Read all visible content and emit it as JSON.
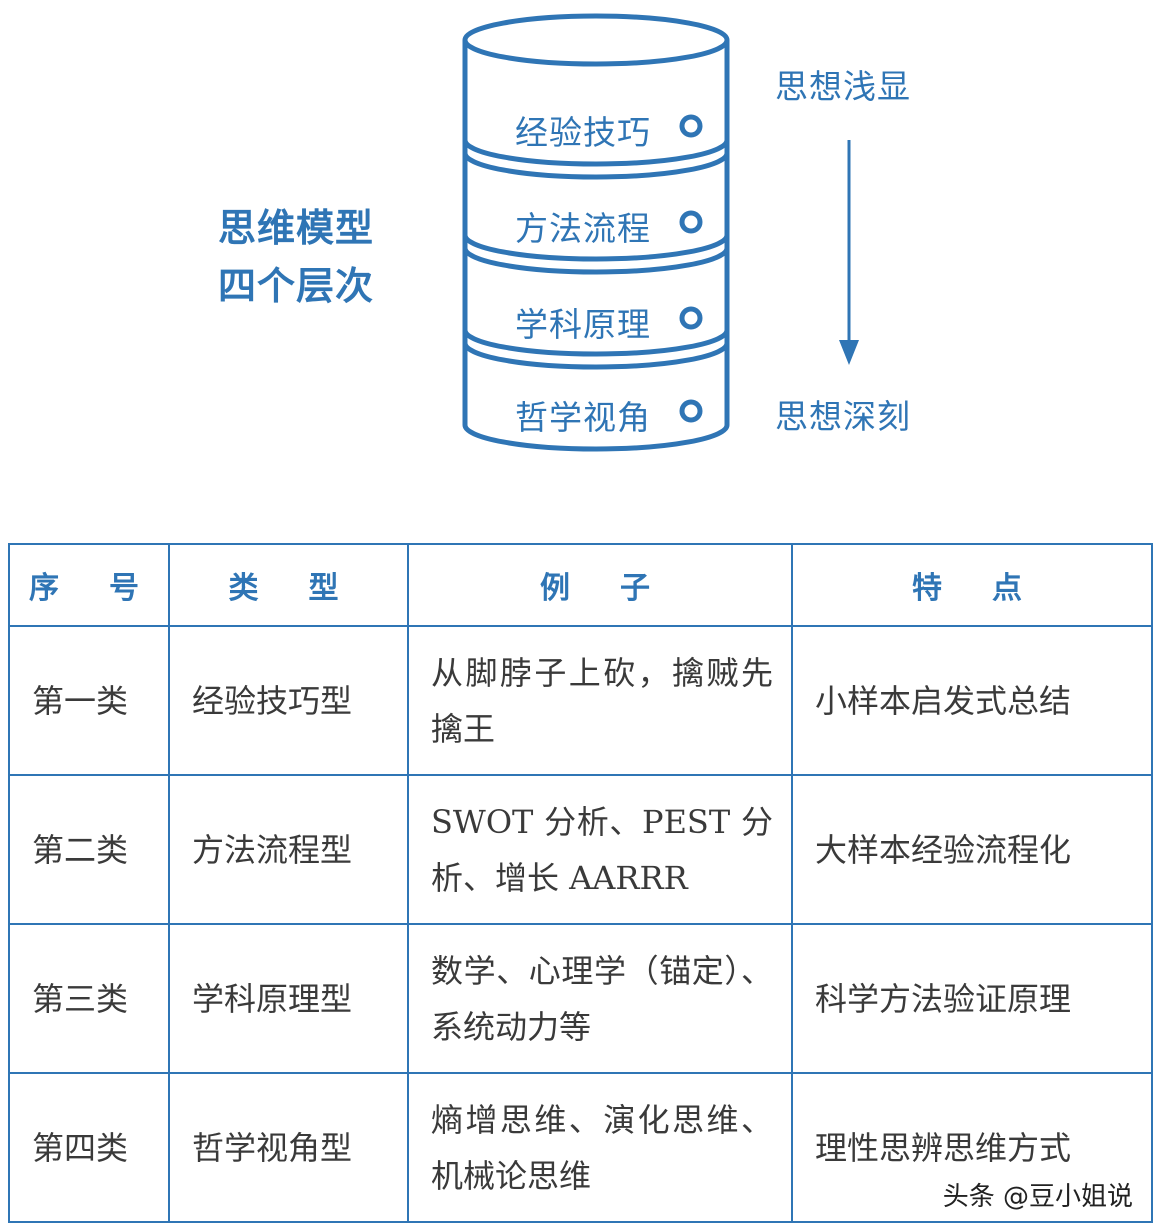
{
  "diagram": {
    "title_lines": [
      "思维模型",
      "四个层次"
    ],
    "levels": [
      "经验技巧",
      "方法流程",
      "学科原理",
      "哲学视角"
    ],
    "top_label": "思想浅显",
    "bottom_label": "思想深刻",
    "accent_color": "#2f75b5"
  },
  "table": {
    "headers": [
      "序　号",
      "类　型",
      "例　子",
      "特　点"
    ],
    "rows": [
      {
        "index": "第一类",
        "type": "经验技巧型",
        "example": "从脚脖子上砍，擒贼先擒王",
        "feature": "小样本启发式总结"
      },
      {
        "index": "第二类",
        "type": "方法流程型",
        "example": "SWOT 分析、PEST 分析、增长 AARRR",
        "feature": "大样本经验流程化"
      },
      {
        "index": "第三类",
        "type": "学科原理型",
        "example": "数学、心理学（锚定）、系统动力等",
        "feature": "科学方法验证原理"
      },
      {
        "index": "第四类",
        "type": "哲学视角型",
        "example": "熵增思维、演化思维、机械论思维",
        "feature": "理性思辨思维方式"
      }
    ]
  },
  "watermark": "头条 @豆小姐说"
}
